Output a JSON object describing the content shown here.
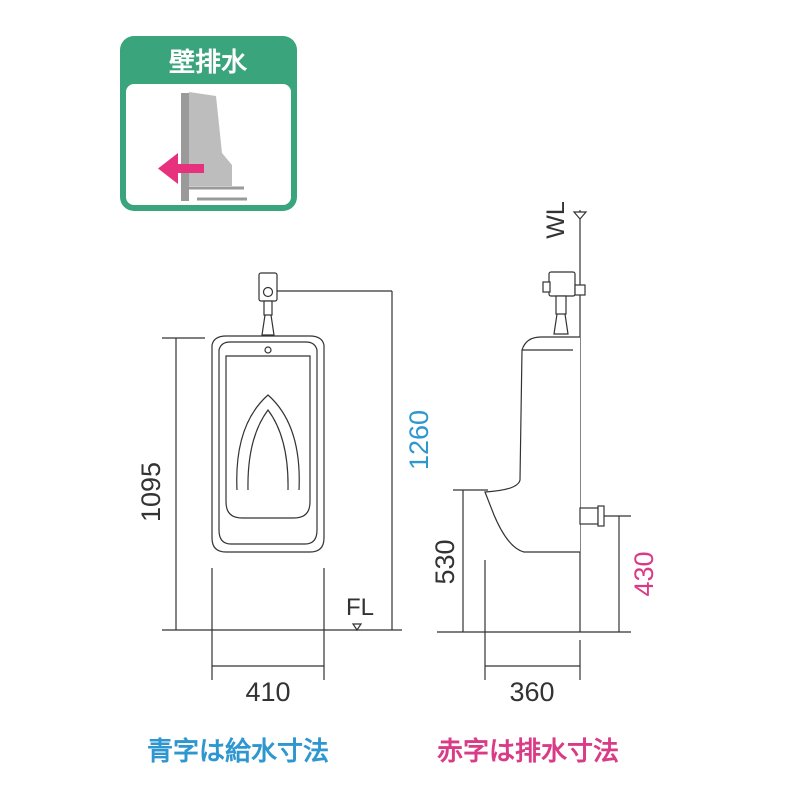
{
  "badge": {
    "title": "壁排水",
    "accent_color": "#3aa57d",
    "arrow_color": "#e8317d",
    "icon": "wall-drain-icon"
  },
  "front_view": {
    "height_label": "1095",
    "width_label": "410",
    "supply_height_label": "1260",
    "floor_label": "FL"
  },
  "side_view": {
    "wall_label": "WL",
    "trap_height_label": "530",
    "depth_label": "360",
    "drain_height_label": "430"
  },
  "legend": {
    "blue_text": "青字は給水寸法",
    "red_text": "赤字は排水寸法"
  },
  "colors": {
    "supply_blue": "#2f97cf",
    "drain_pink": "#d93b86",
    "line": "#333333"
  }
}
